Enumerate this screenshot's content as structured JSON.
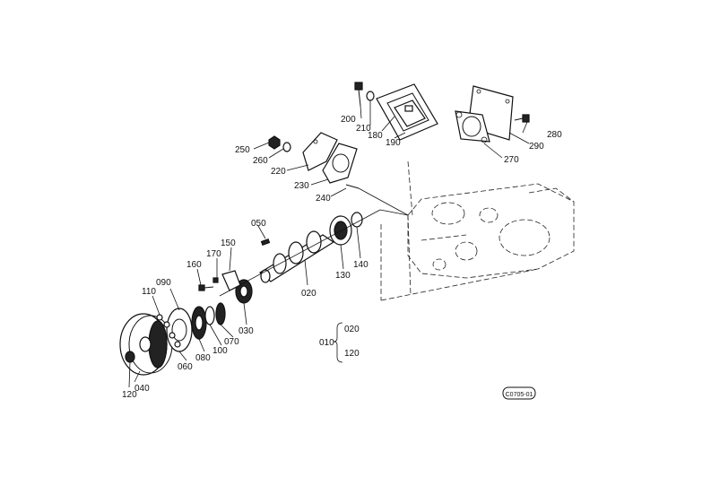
{
  "labels": {
    "p010": "010",
    "p020a": "020",
    "p020b": "020",
    "p030": "030",
    "p040": "040",
    "p050": "050",
    "p060": "060",
    "p070": "070",
    "p080": "080",
    "p090": "090",
    "p100": "100",
    "p110": "110",
    "p120a": "120",
    "p120b": "120",
    "p130": "130",
    "p140": "140",
    "p150": "150",
    "p160": "160",
    "p170": "170",
    "p180": "180",
    "p190": "190",
    "p200": "200",
    "p210": "210",
    "p220": "220",
    "p230": "230",
    "p240": "240",
    "p250": "250",
    "p260": "260",
    "p270": "270",
    "p280": "280",
    "p290": "290",
    "ref_mark": "C0705-01"
  }
}
